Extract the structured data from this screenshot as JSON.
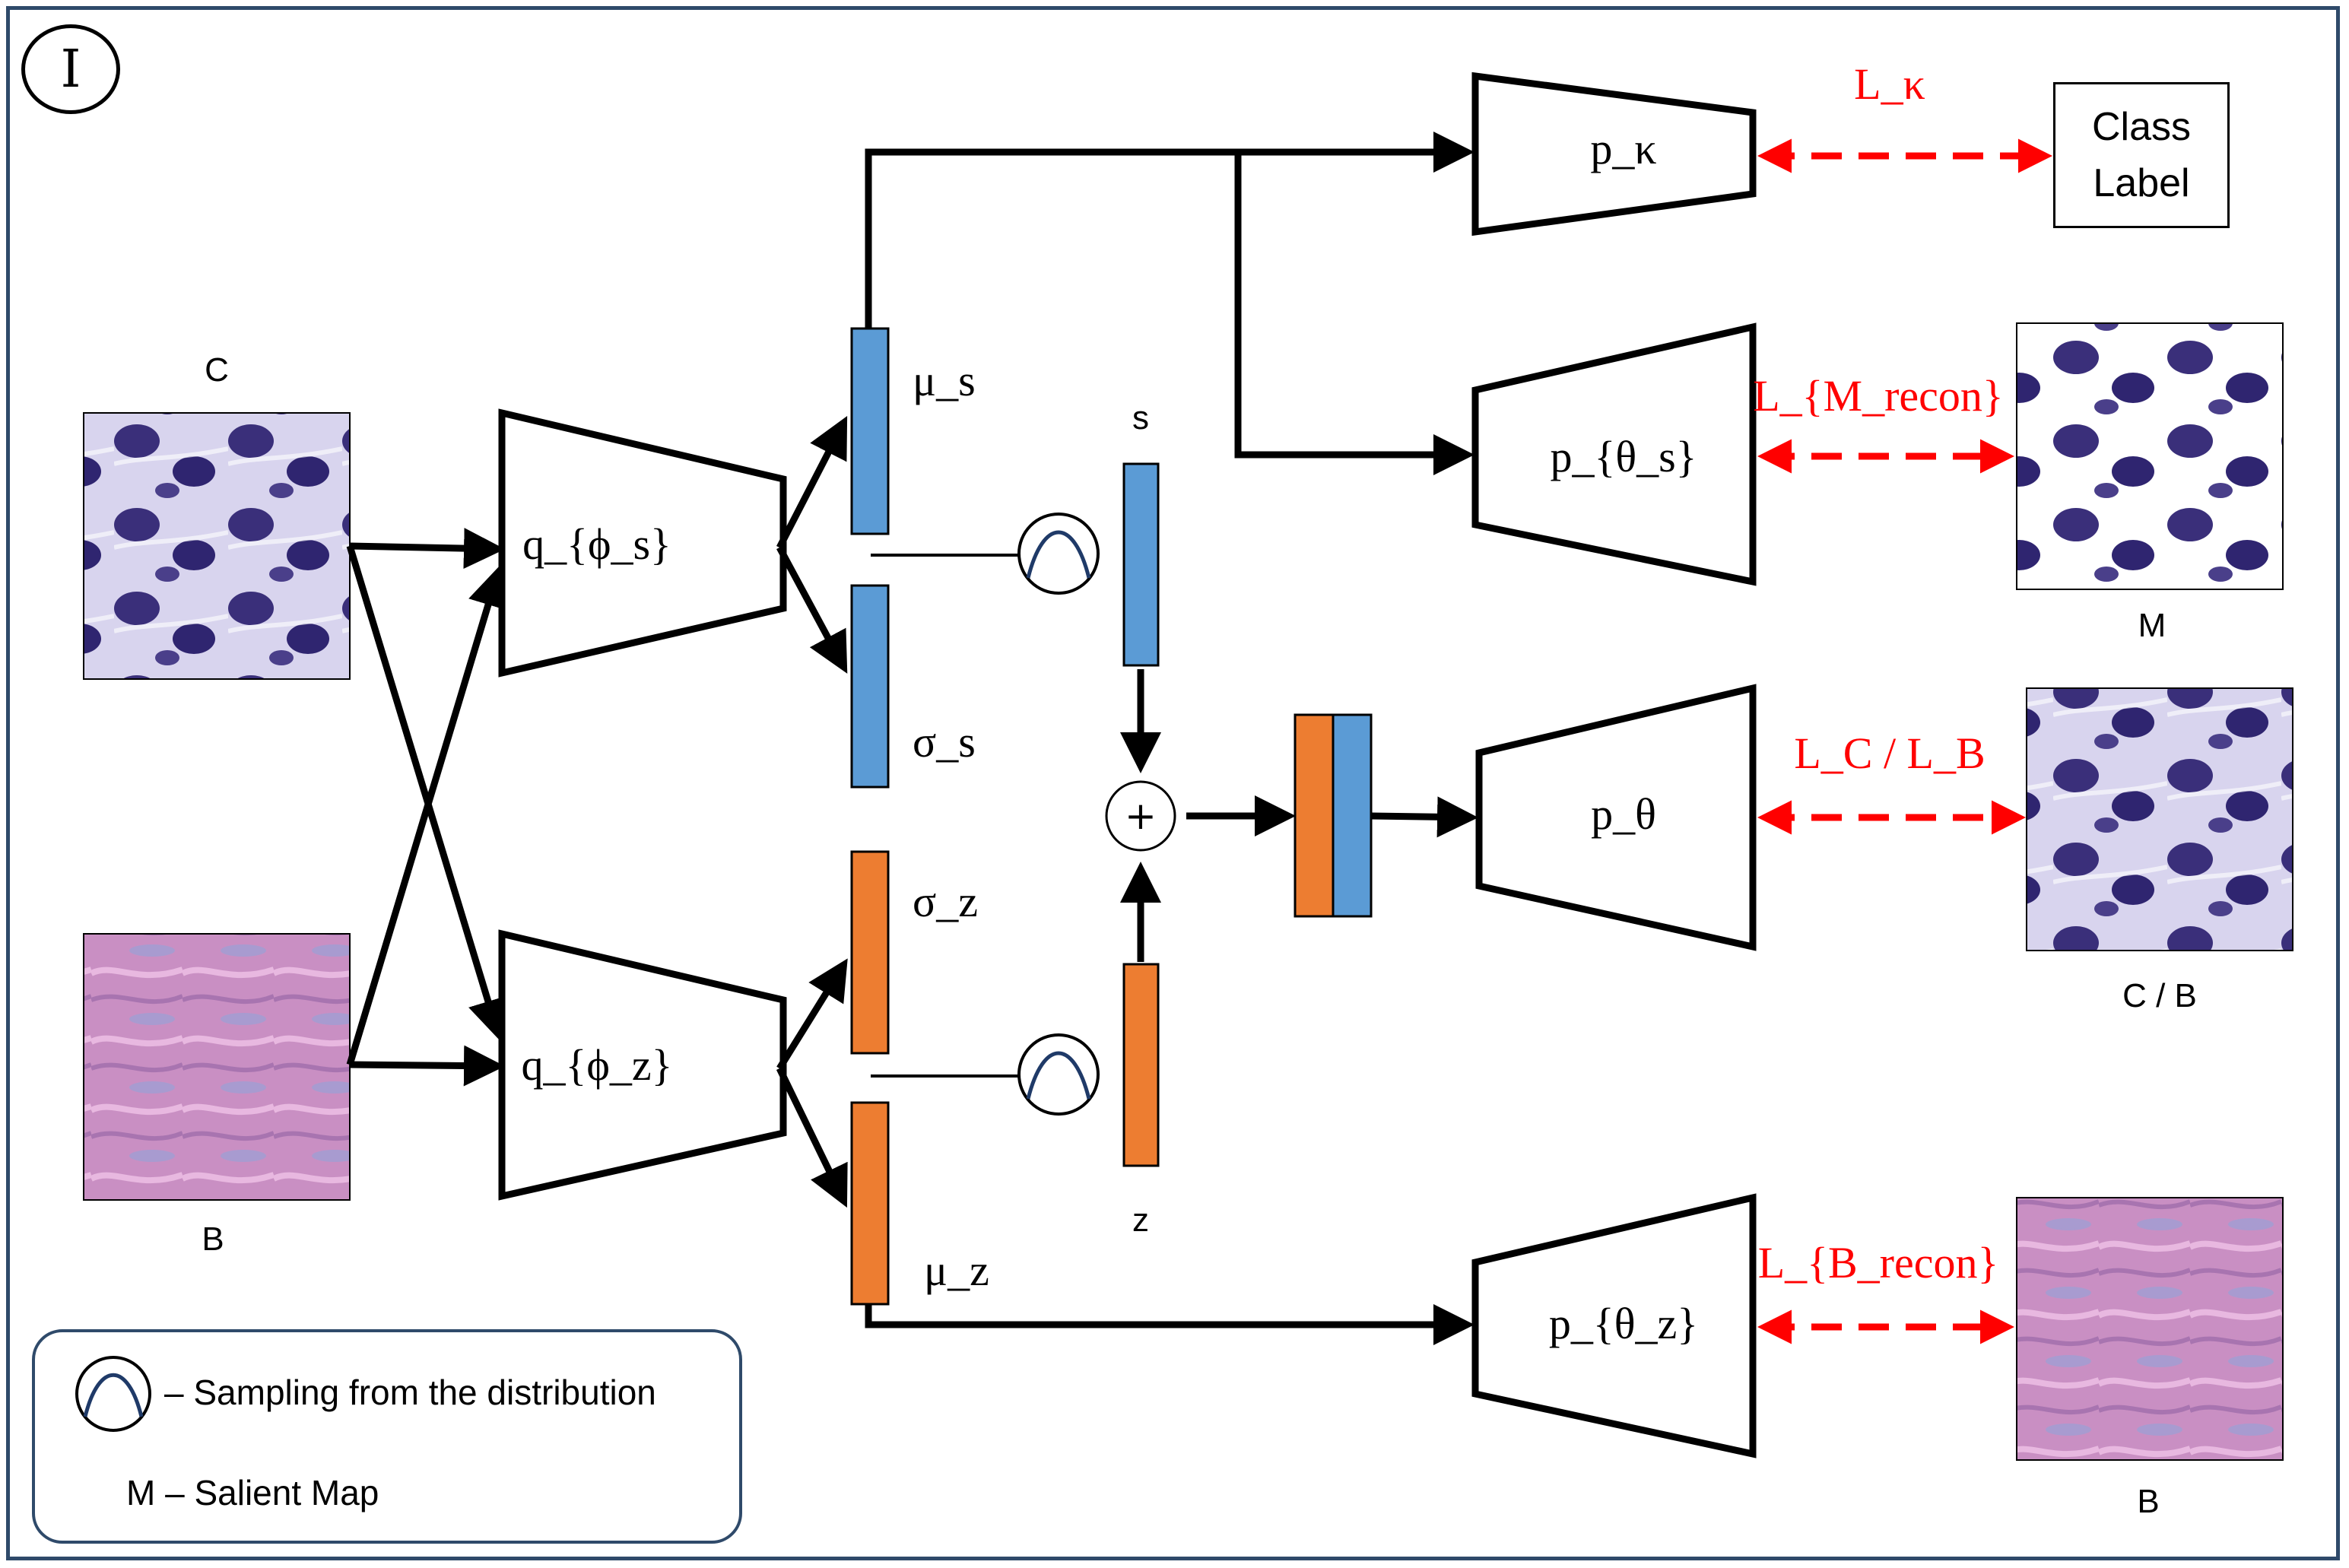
{
  "panel_id": "I",
  "inputs": {
    "c_label": "C",
    "b_label": "B"
  },
  "encoders": {
    "enc_s": "q_{ϕ_s}",
    "enc_z": "q_{ϕ_z}"
  },
  "latents": {
    "mu_s": "μ_s",
    "sigma_s": "σ_s",
    "sigma_z": "σ_z",
    "mu_z": "μ_z",
    "s": "s",
    "z": "z",
    "sum_symbol": "+"
  },
  "decoders": {
    "p_kappa": "p_κ",
    "p_theta_s": "p_{θ_s}",
    "p_theta": "p_θ",
    "p_theta_z": "p_{θ_z}"
  },
  "losses": {
    "l_kappa": "L_κ",
    "l_m_recon": "L_{M_recon}",
    "l_c_b": "L_C / L_B",
    "l_b_recon": "L_{B_recon}"
  },
  "outputs": {
    "class_label_line1": "Class",
    "class_label_line2": "Label",
    "m_label": "M",
    "cb_label": "C / B",
    "b_label": "B"
  },
  "legend": {
    "sampling": "– Sampling from the distribution",
    "salient": "M – Salient Map"
  },
  "colors": {
    "s_latent": "#5b9bd5",
    "z_latent": "#ed7d31",
    "loss": "#ff0000",
    "frame": "#2f4a6a"
  }
}
